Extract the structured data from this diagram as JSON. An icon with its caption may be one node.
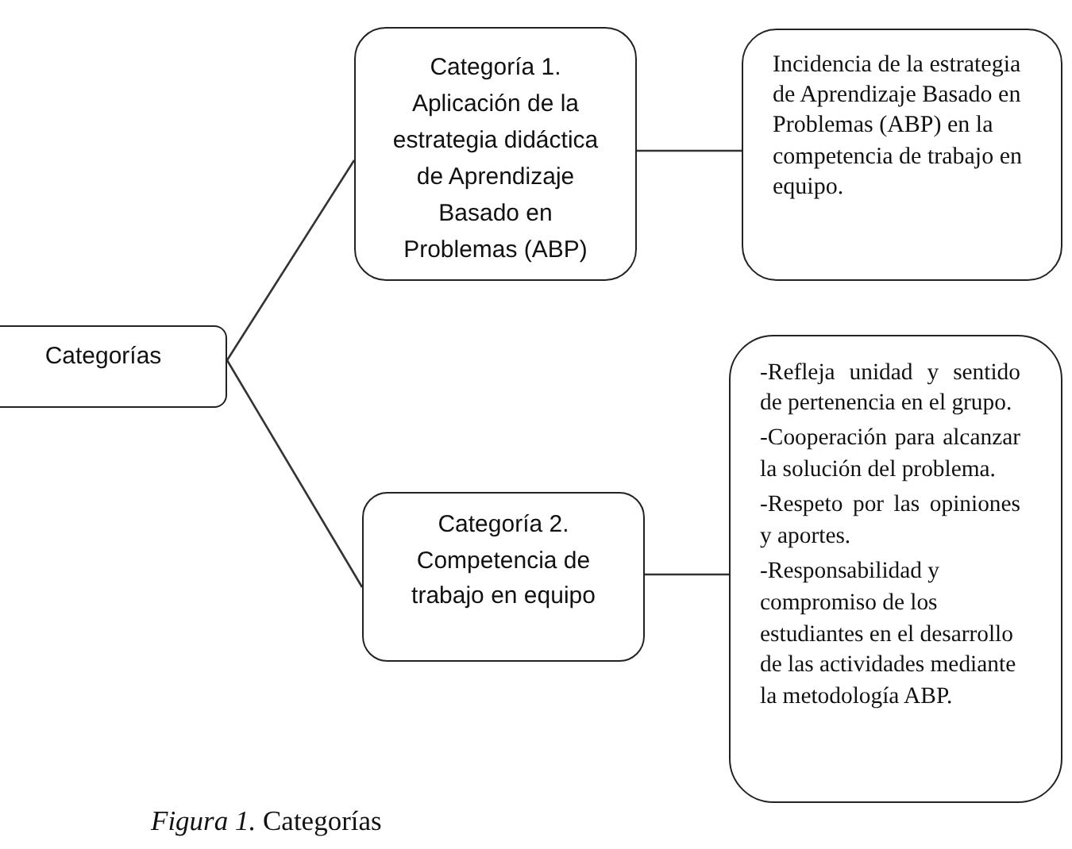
{
  "diagram": {
    "caption": "*Figura 1.* Categorías",
    "nodes": [
      {
        "text": [
          "Categorías"
        ]
      },
      {
        "text": [
          "Categoría 1. Aplicación de la estrategia didáctica de Aprendizaje Basado en Problemas (ABP)"
        ]
      },
      {
        "text": [
          "Incidencia de la estrategia de Aprendizaje Basado en Problemas (ABP) en la competencia de trabajo en equipo."
        ]
      },
      {
        "text": [
          "Categoría 2. Competencia de trabajo en equipo"
        ]
      },
      {
        "text": [
          "-Refleja unidad y sentido de pertenencia en el grupo.",
          "-Cooperación para alcanzar la solución del problema.",
          "-Respeto por las opiniones y aportes.",
          "-Responsabilidad y compromiso de los estudiantes en el desarrollo de las actividades mediante la metodología ABP."
        ]
      }
    ],
    "edges": [
      {
        "from": 0,
        "to": 1,
        "arrow": "none"
      },
      {
        "from": 0,
        "to": 3,
        "arrow": "none"
      },
      {
        "from": 1,
        "to": 2,
        "arrow": "none"
      },
      {
        "from": 3,
        "to": 4,
        "arrow": "none"
      }
    ]
  }
}
